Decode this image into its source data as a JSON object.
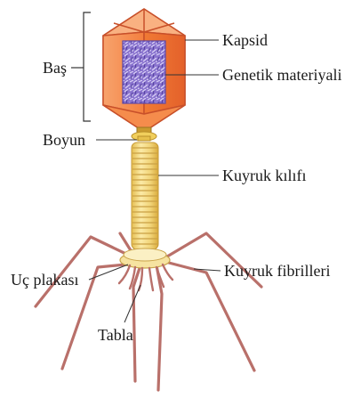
{
  "colors": {
    "capsid_face": "#f57c3b",
    "capsid_edge": "#c8502a",
    "genetic": "#7a62c0",
    "collar": "#e8c75a",
    "sheath": "#f2d77e",
    "fiber": "#b96a63",
    "baseplate": "#f6e6a8",
    "leader": "#333333"
  },
  "labels": {
    "head": "Baş",
    "capsid": "Kapsid",
    "genetic_material": "Genetik materiyali",
    "neck": "Boyun",
    "tail_sheath": "Kuyruk kılıfı",
    "end_plate": "Uç plakası",
    "tail_fibers": "Kuyruk fibrilleri",
    "base": "Tabla"
  }
}
